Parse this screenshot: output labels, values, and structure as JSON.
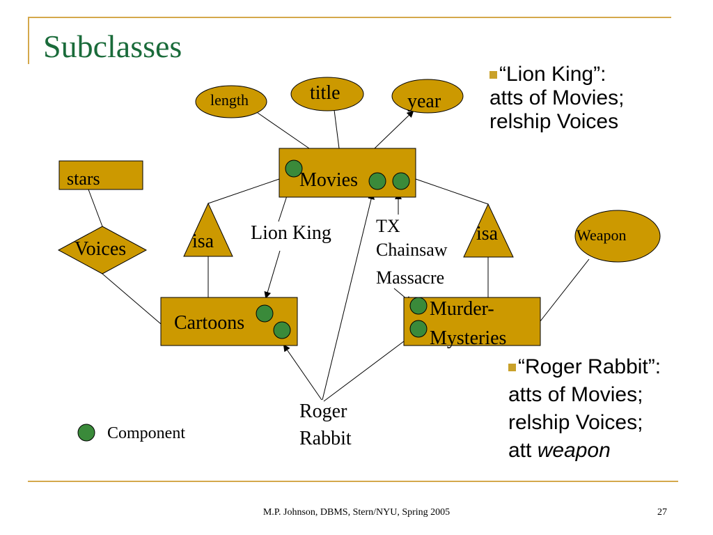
{
  "slide": {
    "title": "Subclasses",
    "footer_text": "M.P. Johnson, DBMS, Stern/NYU, Spring 2005",
    "page_number": "27"
  },
  "diagram": {
    "attributes": {
      "length": "length",
      "title": "title",
      "year": "year",
      "weapon": "Weapon"
    },
    "entities": {
      "stars": "stars",
      "movies": "Movies",
      "cartoons": "Cartoons",
      "murder_line1": "Murder-",
      "murder_line2": "Mysteries"
    },
    "relationships": {
      "voices": "Voices"
    },
    "isa": {
      "left": "isa",
      "right": "isa"
    },
    "labels": {
      "lion_king": "Lion King",
      "tx_line1": "TX",
      "tx_line2": "Chainsaw",
      "tx_line3": "Massacre",
      "roger_line1": "Roger",
      "roger_line2": "Rabbit",
      "legend_component": "Component"
    }
  },
  "notes": {
    "lion_king": {
      "line1": "“Lion King”:",
      "line2": "atts of Movies;",
      "line3": "relship Voices"
    },
    "roger_rabbit": {
      "line1": "“Roger Rabbit”:",
      "line2": "atts of Movies;",
      "line3": "relship Voices;",
      "line4_prefix": "att ",
      "line4_emph": "weapon"
    }
  },
  "colors": {
    "entity_fill": "#cc9900",
    "component_fill": "#3a8a3a",
    "title_color": "#1a6b3a",
    "accent_line": "#d4a84b"
  }
}
